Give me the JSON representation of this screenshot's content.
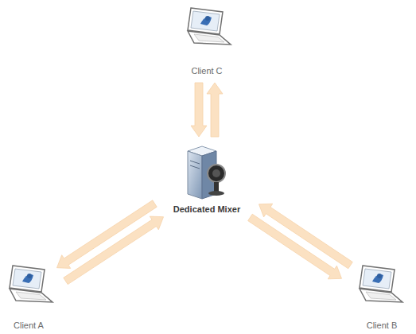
{
  "diagram": {
    "nodes": [
      {
        "text": [
          "Client C"
        ]
      },
      {
        "text": [
          "Dedicated Mixer"
        ]
      },
      {
        "text": [
          "Client A"
        ]
      },
      {
        "text": [
          "Client B"
        ]
      }
    ],
    "edges": [
      {
        "from": 0,
        "to": 1,
        "arrow": "to"
      },
      {
        "from": 1,
        "to": 0,
        "arrow": "to"
      },
      {
        "from": 2,
        "to": 1,
        "arrow": "to"
      },
      {
        "from": 1,
        "to": 2,
        "arrow": "to"
      },
      {
        "from": 3,
        "to": 1,
        "arrow": "to"
      },
      {
        "from": 1,
        "to": 3,
        "arrow": "to"
      }
    ]
  }
}
